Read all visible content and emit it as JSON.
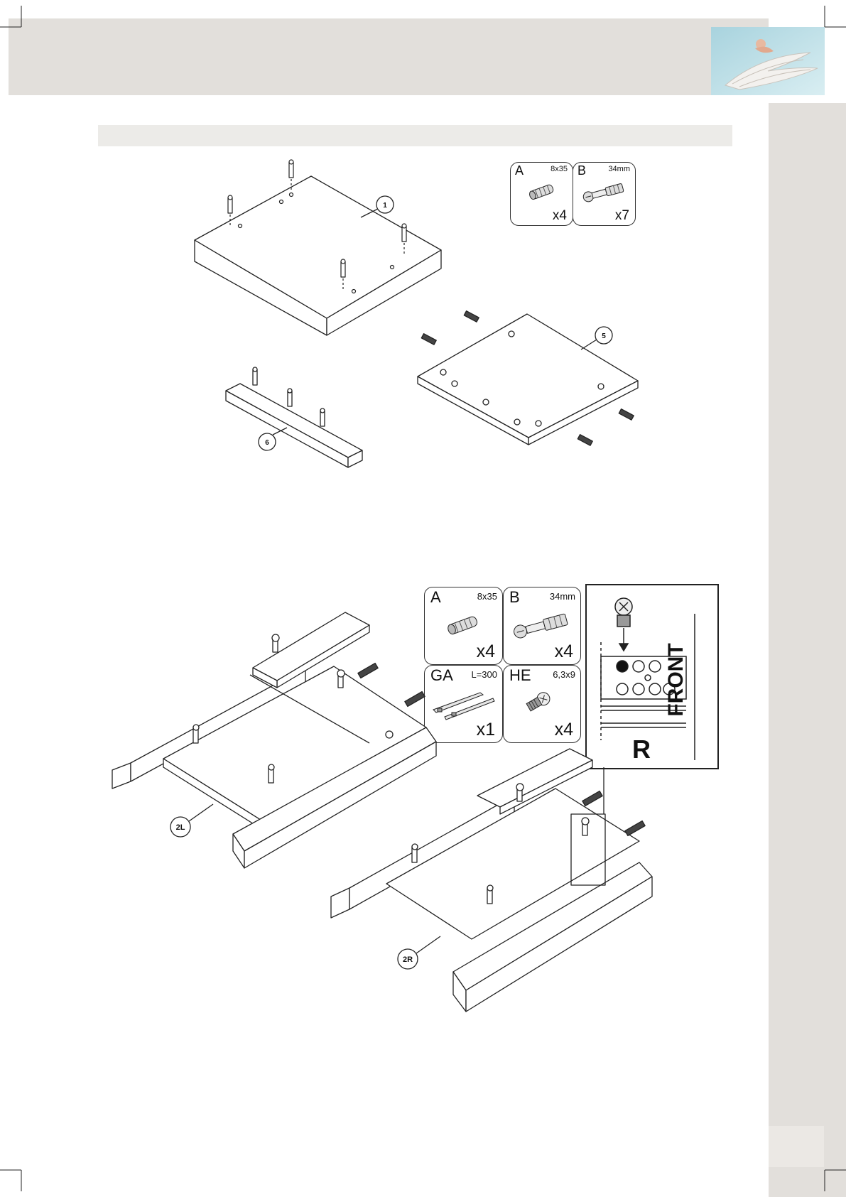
{
  "hardware_top": [
    {
      "code": "A",
      "size": "8x35",
      "qty": "x4",
      "icon": "dowel-icon"
    },
    {
      "code": "B",
      "size": "34mm",
      "qty": "x7",
      "icon": "cam-bolt-icon"
    }
  ],
  "hardware_bottom": [
    {
      "code": "A",
      "size": "8x35",
      "qty": "x4",
      "icon": "dowel-icon"
    },
    {
      "code": "B",
      "size": "34mm",
      "qty": "x4",
      "icon": "cam-bolt-icon"
    },
    {
      "code": "GA",
      "size": "L=300",
      "qty": "x1",
      "icon": "drawer-slide-icon"
    },
    {
      "code": "HE",
      "size": "6,3x9",
      "qty": "x4",
      "icon": "screw-icon"
    }
  ],
  "callouts": {
    "panel_1": "1",
    "panel_5": "5",
    "panel_6": "6",
    "panel_2l": "2L",
    "panel_2r": "2R"
  },
  "detail": {
    "front": "FRONT",
    "side": "R"
  },
  "colors": {
    "band": "#e2dfdb",
    "step_bar": "#ecebe8",
    "line": "#222222"
  }
}
